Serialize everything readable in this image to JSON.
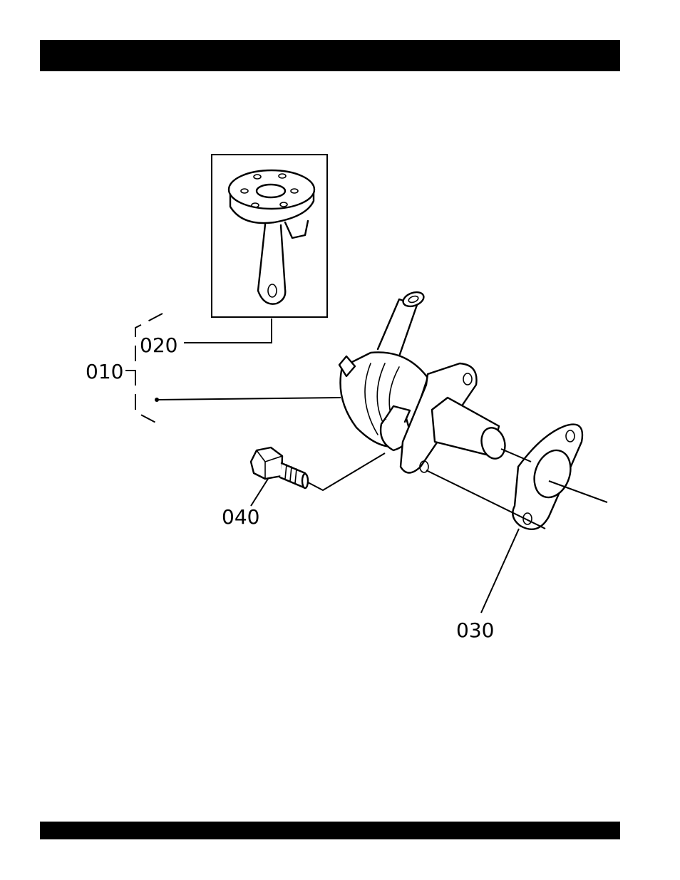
{
  "callouts": {
    "c010": "010",
    "c020": "020",
    "c030": "030",
    "c040": "040"
  },
  "colors": {
    "ink": "#000000",
    "paper": "#ffffff"
  }
}
